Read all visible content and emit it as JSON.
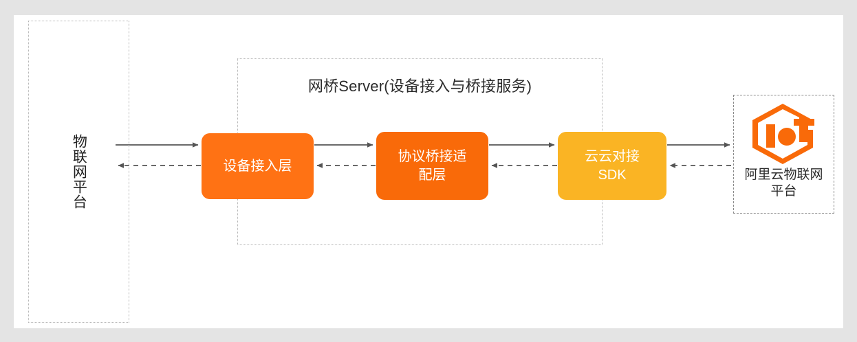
{
  "canvas": {
    "background": "#ffffff",
    "page_background": "#e4e4e4"
  },
  "colors": {
    "box_device_access": "#ff7214",
    "box_protocol_bridge": "#f96a09",
    "box_cloud_sdk": "#fab424",
    "logo_orange": "#f96a09",
    "arrow_solid": "#555555",
    "arrow_dashed": "#555555",
    "dotted_border": "#b6b6b6",
    "dashed_border": "#8a8a8a",
    "text_dark": "#2b2b2b",
    "text_light": "#ffffff"
  },
  "left_platform": {
    "label": "物联网平台",
    "border_style": "dotted"
  },
  "bridge_server": {
    "title": "网桥Server(设备接入与桥接服务)",
    "border_style": "dotted",
    "boxes": [
      {
        "id": "device-access",
        "label": "设备接入层",
        "color": "#ff7214"
      },
      {
        "id": "protocol-bridge",
        "label_line1": "协议桥接适",
        "label_line2": "配层",
        "color": "#f96a09"
      },
      {
        "id": "cloud-sdk",
        "label_line1": "云云对接",
        "label_line2": "SDK",
        "color": "#fab424"
      }
    ]
  },
  "right_platform": {
    "logo_name": "alibaba-cloud-iot-logo",
    "logo_text": "IoT",
    "label_line1": "阿里云物联网",
    "label_line2": "平台",
    "border_style": "dashed"
  },
  "connections": [
    {
      "id": "left-to-device-access",
      "direction": "right",
      "style": "solid"
    },
    {
      "id": "device-access-to-left",
      "direction": "left",
      "style": "dashed"
    },
    {
      "id": "device-access-to-protocol-bridge",
      "direction": "right",
      "style": "solid"
    },
    {
      "id": "protocol-bridge-to-device-access",
      "direction": "left",
      "style": "dashed"
    },
    {
      "id": "protocol-bridge-to-cloud-sdk",
      "direction": "right",
      "style": "solid"
    },
    {
      "id": "cloud-sdk-to-protocol-bridge",
      "direction": "left",
      "style": "dashed"
    },
    {
      "id": "cloud-sdk-to-right-platform",
      "direction": "right",
      "style": "solid"
    },
    {
      "id": "right-platform-to-cloud-sdk",
      "direction": "left",
      "style": "dashed"
    }
  ]
}
